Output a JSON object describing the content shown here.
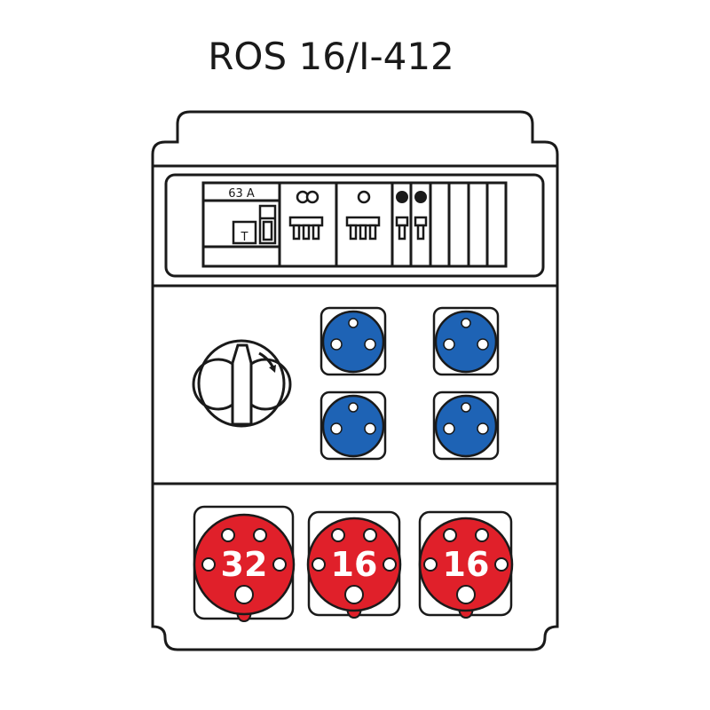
{
  "title": "ROS 16/I-412",
  "breaker_panel": {
    "main_switch_rating": "63 A",
    "main_switch_symbol": "T"
  },
  "sockets": {
    "blue_count": 4,
    "red": [
      {
        "label": "32"
      },
      {
        "label": "16"
      },
      {
        "label": "16"
      }
    ]
  },
  "colors": {
    "blue_socket": "#1e63b5",
    "red_socket": "#e0202a",
    "outline": "#1a1a1a",
    "enclosure": "#ffffff"
  }
}
